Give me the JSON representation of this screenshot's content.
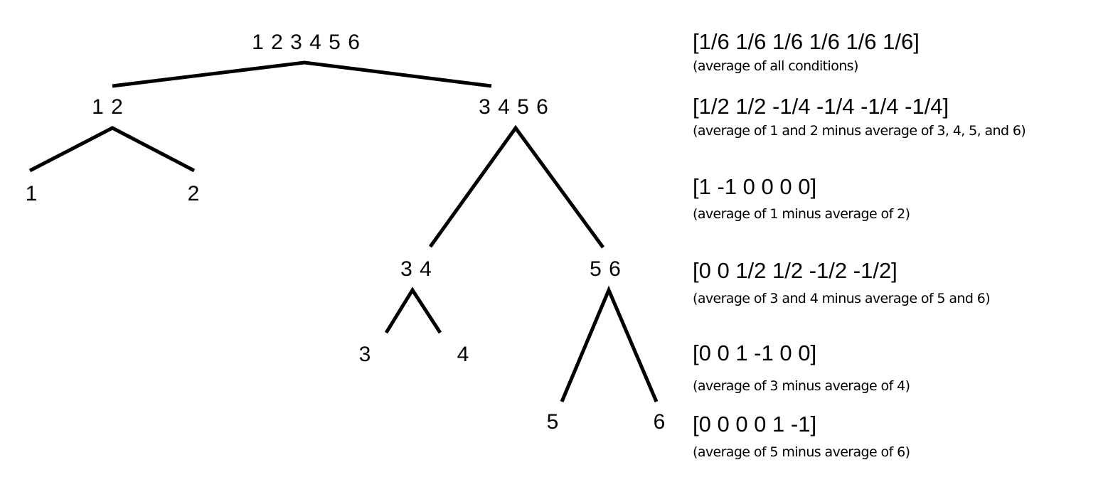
{
  "tree": {
    "root": "1 2 3 4 5 6",
    "n12": "1 2",
    "n3456": "3 4 5 6",
    "n1": "1",
    "n2": "2",
    "n34": "3 4",
    "n56": "5 6",
    "n3": "3",
    "n4": "4",
    "n5": "5",
    "n6": "6"
  },
  "contrasts": [
    {
      "vector": "[1/6 1/6 1/6 1/6 1/6 1/6]",
      "description": "(average of all conditions)"
    },
    {
      "vector": "[1/2 1/2 -1/4 -1/4 -1/4 -1/4]",
      "description": "(average of 1 and 2 minus average of 3, 4, 5,  and 6)"
    },
    {
      "vector": "[1 -1 0 0 0 0]",
      "description": "(average of 1 minus average of 2)"
    },
    {
      "vector": "[0 0 1/2 1/2 -1/2 -1/2]",
      "description": "(average of 3 and 4 minus average of 5 and 6)"
    },
    {
      "vector": "[0 0 1 -1 0 0]",
      "description": "(average of 3 minus average of 4)"
    },
    {
      "vector": "[0 0 0 0 1 -1]",
      "description": "(average of 5 minus average of 6)"
    }
  ]
}
